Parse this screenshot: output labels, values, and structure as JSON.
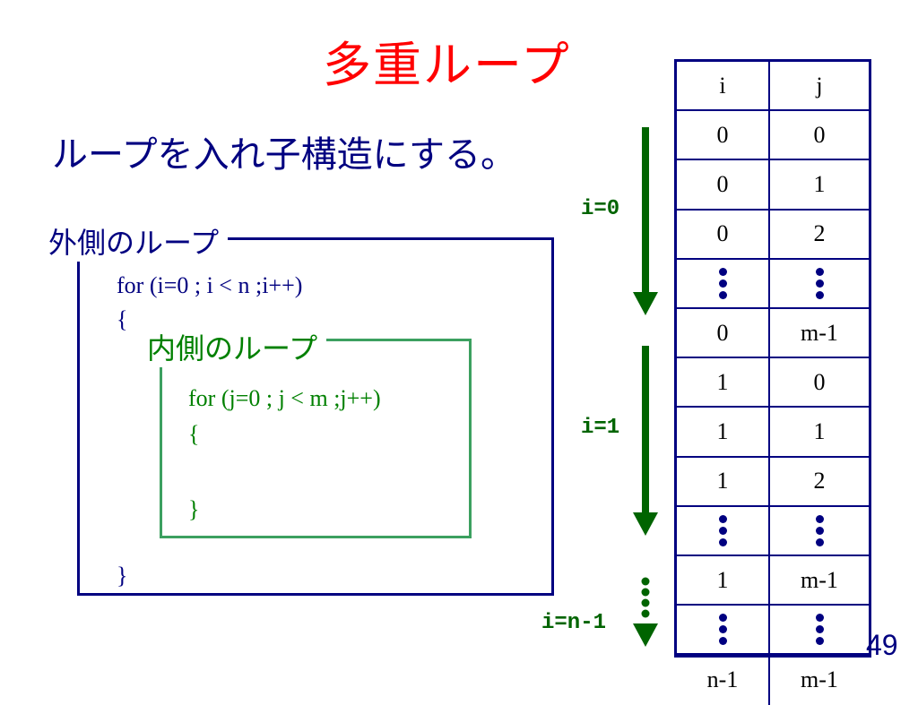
{
  "title": "多重ループ",
  "subtitle": "ループを入れ子構造にする。",
  "outer_loop": {
    "label": "外側のループ",
    "for_line": "for (i=0 ; i < n ;i++)",
    "open_brace": "{",
    "close_brace": "}"
  },
  "inner_loop": {
    "label": "内側のループ",
    "for_line": "for (j=0 ; j < m ;j++)",
    "open_brace": "{",
    "close_brace": "}"
  },
  "arrows": [
    {
      "label": "i=0"
    },
    {
      "label": "i=1"
    },
    {
      "label": "i=n-1"
    }
  ],
  "table": {
    "headers": [
      "i",
      "j"
    ],
    "rows": [
      [
        "0",
        "0"
      ],
      [
        "0",
        "1"
      ],
      [
        "0",
        "2"
      ],
      [
        "⋮",
        "⋮"
      ],
      [
        "0",
        "m-1"
      ],
      [
        "1",
        "0"
      ],
      [
        "1",
        "1"
      ],
      [
        "1",
        "2"
      ],
      [
        "⋮",
        "⋮"
      ],
      [
        "1",
        "m-1"
      ],
      [
        "⋮",
        "⋮"
      ],
      [
        "n-1",
        "m-1"
      ]
    ]
  },
  "page_number": "49",
  "colors": {
    "title": "#ff0000",
    "text": "#000080",
    "inner": "#008000",
    "arrow": "#006400"
  }
}
